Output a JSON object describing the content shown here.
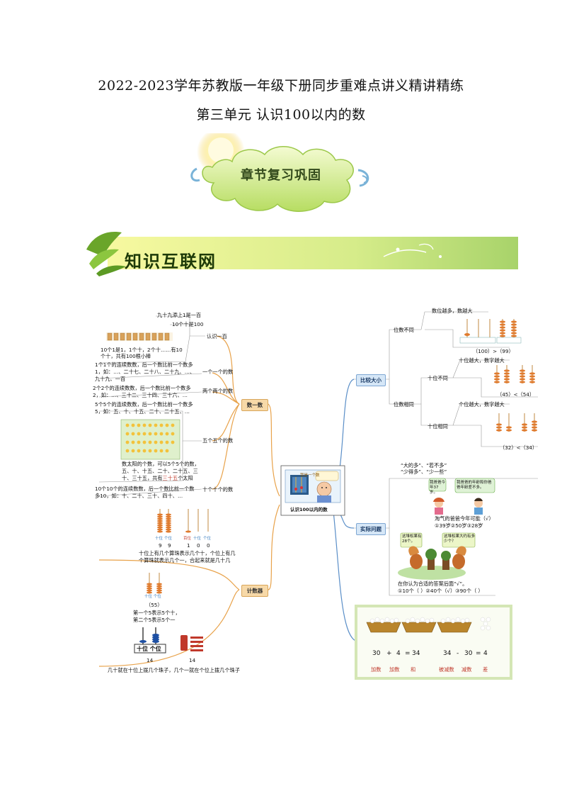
{
  "header": {
    "title": "2022-2023学年苏教版一年级下册同步重难点讲义精讲精练",
    "subtitle": "第三单元  认识100以内的数"
  },
  "banner": {
    "label": "章节复习巩固"
  },
  "section": {
    "label": "知识互联网"
  },
  "mindmap": {
    "center": "认识100以内的数",
    "center_bubble": "我是一个数",
    "left": {
      "shuyishu": {
        "label": "数一数",
        "renshi": {
          "label": "认识一百",
          "l1": "九十九添上1是一百",
          "l2": "10个十是100",
          "l3": "10个1是1，1个十，2个十……有10",
          "l4": "个十，共有100根小棒"
        },
        "yigeyige": {
          "label": "一个一个的数",
          "l1": "1个1个的连续数数，后一个数比前一个数多",
          "l2": "1，如：…、二十七、二十八、二十九、…、",
          "l3": "九十九、一百"
        },
        "lianggelongge": {
          "label": "两个两个的数",
          "l1": "2个2个的连续数数，后一个数比前一个数多",
          "l2": "2，如：…、三十二、三十四、三十六、…"
        },
        "wugewuge": {
          "label": "五个五个的数",
          "l1": "5个5个的连续数数，后一个数比前一个数多",
          "l2": "5，如：五、十、十五、二十、二十五、…",
          "l3": "数太阳的个数，可以5个5个的数，",
          "l4": "五、十、十五、二十、二十五、三",
          "l5": "十、三十五，共有",
          "l5r": "三十五",
          "l5b": "个太阳"
        },
        "shigeshige": {
          "label": "十个十个的数",
          "l1": "10个10个的连续数数，后一个数比前一个数",
          "l2": "多10，如：十、二十、三十、四十、…"
        }
      },
      "jishuqi": {
        "label": "计数器",
        "place_labels": [
          "十位",
          "个位",
          "百位",
          "十位",
          "个位"
        ],
        "digits": [
          "9",
          "9",
          "1",
          "0",
          "0"
        ],
        "l1": "十位上有几个算珠表示几个十，个位上有几",
        "l2": "个算珠就表示几个一，合起来就是几十几",
        "n55": "（55）",
        "l3": "第一个5表示5个十，",
        "l4": "第二个5表示5个一",
        "tens_ones": "十位  个位",
        "n14a": "14",
        "n14b": "14",
        "l5": "几十就在十位上拨几个珠子，几个一就在个位上拨几个珠子"
      }
    },
    "right": {
      "bijiao": {
        "label": "比较大小",
        "weishu_butong": "位数不同",
        "weishu_yueduo": "数位越多，数越大",
        "cmp1": "（100）>（99）",
        "weishu_xiangtong": "位数相同",
        "shiwei_butong": "十位不同",
        "shiwei_yueda": "十位越大，数字越大",
        "cmp2": "（45）<（54）",
        "shiwei_xiangtong": "十位相同",
        "gewei_yueda": "个位越大，数字越大",
        "cmp3": "（32）<（34）"
      },
      "shiji": {
        "label": "实际问题",
        "q1": "“大的多”、“若不多”",
        "q2": "“少得多”、“少一些”",
        "bubble1": "我爸爸今年37岁。",
        "bubble2": "我爸爸的年龄和你爸爸年龄差不多。",
        "ans1": "淘气的爸爸今年可能（√）",
        "ans2": "①39岁②50岁③28岁",
        "bubble3": "这堆松果有28个。",
        "bubble4": "这堆松果大约有多少个？",
        "ans3": "在你认为合适的答案后面“√”。",
        "ans4": "①10个（ ）②40个（√）③90个（ ）"
      },
      "addsub": {
        "eq1": [
          "30",
          "+",
          "4",
          "=",
          "34"
        ],
        "names1": [
          "加数",
          "加数",
          "和"
        ],
        "eq2": [
          "34",
          "-",
          "30",
          "=",
          "4"
        ],
        "names2": [
          "被减数",
          "减数",
          "差"
        ]
      }
    }
  },
  "colors": {
    "branch_orange": "#e8a24a",
    "branch_blue": "#5b8fc8",
    "green_banner": "#8dc63f",
    "label_red": "#c0392b"
  }
}
